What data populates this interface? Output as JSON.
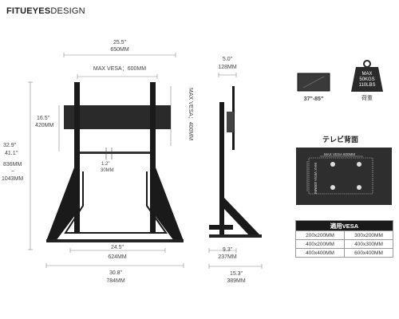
{
  "brand": {
    "part1": "FITUEYES",
    "part2": "DESIGN"
  },
  "front": {
    "top_width_in": "25.5\"",
    "top_width_mm": "650MM",
    "max_vesa": "MAX VESA：600MM",
    "max_vesa_vertical": "MAX VESA：400MM",
    "height_in": "16.5\"",
    "height_mm": "420MM",
    "total_height_in": "32.9\"",
    "total_height_in2": "41.1\"",
    "total_height_mm": "836MM",
    "total_height_sep": "~",
    "total_height_mm2": "1043MM",
    "shelf_in": "1.2\"",
    "shelf_mm": "30MM",
    "inner_width_in": "24.5\"",
    "inner_width_mm": "624MM",
    "base_width_in": "30.8\"",
    "base_width_mm": "784MM"
  },
  "side": {
    "top_depth_in": "5.0\"",
    "top_depth_mm": "128MM",
    "foot_in": "9.3\"",
    "foot_mm": "237MM",
    "base_depth_in": "15.3\"",
    "base_depth_mm": "389MM"
  },
  "tv_size": {
    "label": "37\"-85\""
  },
  "weight": {
    "line1": "MAX",
    "line2": "50KGS",
    "line3": "110LBS",
    "caption": "荷重"
  },
  "tv_back": {
    "title": "テレビ背面",
    "vesa_h": "MAX VESA 600MM",
    "vesa_v": "MAX VESA 400MM"
  },
  "vesa_table": {
    "header": "適用VESA",
    "rows": [
      [
        "200x200MM",
        "300x200MM"
      ],
      [
        "400x200MM",
        "400x300MM"
      ],
      [
        "400x400MM",
        "600x400MM"
      ]
    ]
  }
}
